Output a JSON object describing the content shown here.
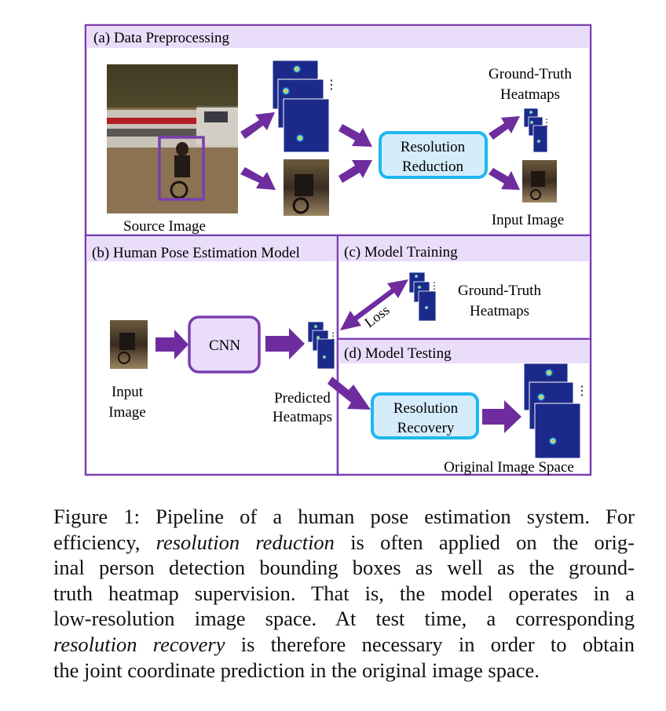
{
  "panels": {
    "a": {
      "title": "(a) Data Preprocessing"
    },
    "b": {
      "title": "(b) Human Pose Estimation Model"
    },
    "c": {
      "title": "(c) Model Training"
    },
    "d": {
      "title": "(d) Model Testing"
    }
  },
  "labels": {
    "source_image": "Source Image",
    "gt_heatmaps_a_line1": "Ground-Truth",
    "gt_heatmaps_a_line2": "Heatmaps",
    "input_image_a": "Input Image",
    "resolution_reduction_line1": "Resolution",
    "resolution_reduction_line2": "Reduction",
    "input_image_b_line1": "Input",
    "input_image_b_line2": "Image",
    "cnn": "CNN",
    "predicted_line1": "Predicted",
    "predicted_line2": "Heatmaps",
    "gt_heatmaps_c_line1": "Ground-Truth",
    "gt_heatmaps_c_line2": "Heatmaps",
    "loss": "Loss",
    "resolution_recovery_line1": "Resolution",
    "resolution_recovery_line2": "Recovery",
    "original_image_space": "Original Image Space",
    "ellipsis": "⋮"
  },
  "colors": {
    "panel_border": "#7b3fb0",
    "panel_header_bg": "#e9ddfa",
    "arrow": "#6e2c9f",
    "cyan_box_border": "#1fb8f0",
    "cyan_box_fill": "#d5ecfb",
    "heatmap_bg": "#1b2a8a"
  },
  "caption": {
    "line1": "Figure 1:  Pipeline of a human pose estimation system. For",
    "line2_pre": "efficiency, ",
    "line2_em": "resolution reduction",
    "line2_post": " is often applied on the orig-",
    "line3": "inal person detection bounding boxes as well as the ground-",
    "line4": "truth heatmap supervision. That is, the model operates in a",
    "line5": "low-resolution image space. At test time, a corresponding",
    "line6_em": "resolution recovery",
    "line6_post": " is therefore necessary in order to obtain",
    "line7": "the joint coordinate prediction in the original image space."
  }
}
